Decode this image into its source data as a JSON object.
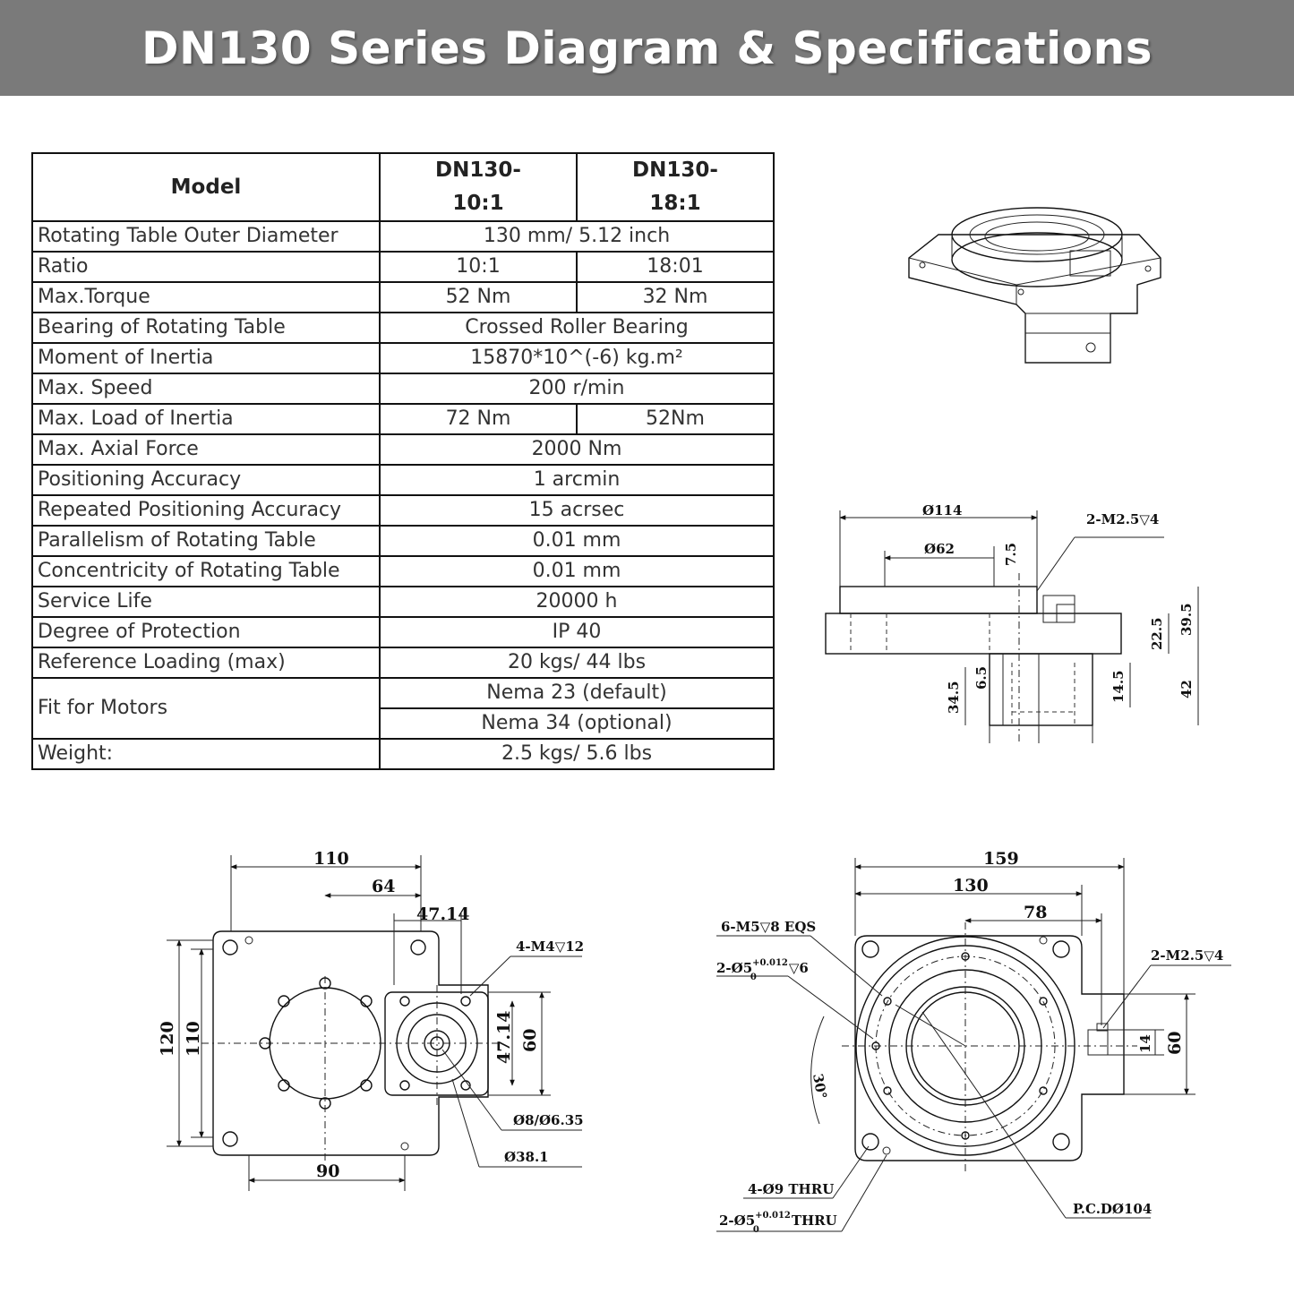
{
  "title": "DN130 Series Diagram & Specifications",
  "table": {
    "header": {
      "label": "Model",
      "col1_line1": "DN130-",
      "col1_line2": "10:1",
      "col2_line1": "DN130-",
      "col2_line2": "18:1"
    },
    "rows": [
      {
        "label": "Rotating Table Outer Diameter",
        "value": "130 mm/ 5.12 inch"
      },
      {
        "label": "Ratio",
        "value_a": "10:1",
        "value_b": "18:01"
      },
      {
        "label": "Max.Torque",
        "value_a": "52 Nm",
        "value_b": "32 Nm"
      },
      {
        "label": "Bearing of Rotating Table",
        "value": "Crossed Roller Bearing"
      },
      {
        "label": "Moment of Inertia",
        "value": "15870*10^(-6) kg.m²"
      },
      {
        "label": "Max. Speed",
        "value": "200 r/min"
      },
      {
        "label": "Max. Load of Inertia",
        "value_a": "72 Nm",
        "value_b": "52Nm"
      },
      {
        "label": "Max. Axial Force",
        "value": "2000 Nm"
      },
      {
        "label": "Positioning Accuracy",
        "value": "1 arcmin"
      },
      {
        "label": "Repeated Positioning Accuracy",
        "value": "15 acrsec"
      },
      {
        "label": "Parallelism of Rotating Table",
        "value": "0.01 mm"
      },
      {
        "label": "Concentricity of Rotating Table",
        "value": "0.01 mm"
      },
      {
        "label": "Service Life",
        "value": "20000 h"
      },
      {
        "label": "Degree of Protection",
        "value": "IP 40"
      },
      {
        "label": "Reference Loading (max)",
        "value": "20 kgs/ 44 lbs"
      },
      {
        "label": "Fit for Motors",
        "value_1": "Nema 23 (default)",
        "value_2": "Nema 34 (optional)"
      },
      {
        "label": "Weight:",
        "value": "2.5 kgs/ 5.6 lbs"
      }
    ]
  },
  "side_view": {
    "d114": "Ø114",
    "d62": "Ø62",
    "d7_5": "7.5",
    "m25": "2-M2.5▽4",
    "d39_5": "39.5",
    "d22_5": "22.5",
    "d6_5": "6.5",
    "d34_5": "34.5",
    "d14_5": "14.5",
    "d42": "42"
  },
  "bottom_view": {
    "d110": "110",
    "d64": "64",
    "d47_14": "47.14",
    "m4": "4-M4▽12",
    "d120": "120",
    "d110v": "110",
    "d47_14v": "47.14",
    "d60": "60",
    "d8": "Ø8/Ø6.35",
    "d38": "Ø38.1",
    "d90": "90"
  },
  "top_view": {
    "d159": "159",
    "d130": "130",
    "d78": "78",
    "m5": "6-M5▽8 EQS",
    "pin_top": "2-Ø5",
    "pin_top_tol": "+0.012",
    "pin_top_tol0": "0",
    "pin_top_depth": "▽6",
    "m25": "2-M2.5▽4",
    "d14": "14",
    "d60": "60",
    "angle": "30°",
    "thru9": "4-Ø9 THRU",
    "pin_bot": "2-Ø5",
    "pin_bot_tol": "+0.012",
    "pin_bot_tol0": "0",
    "pin_bot_thru": "THRU",
    "pcd": "P.C.DØ104"
  }
}
